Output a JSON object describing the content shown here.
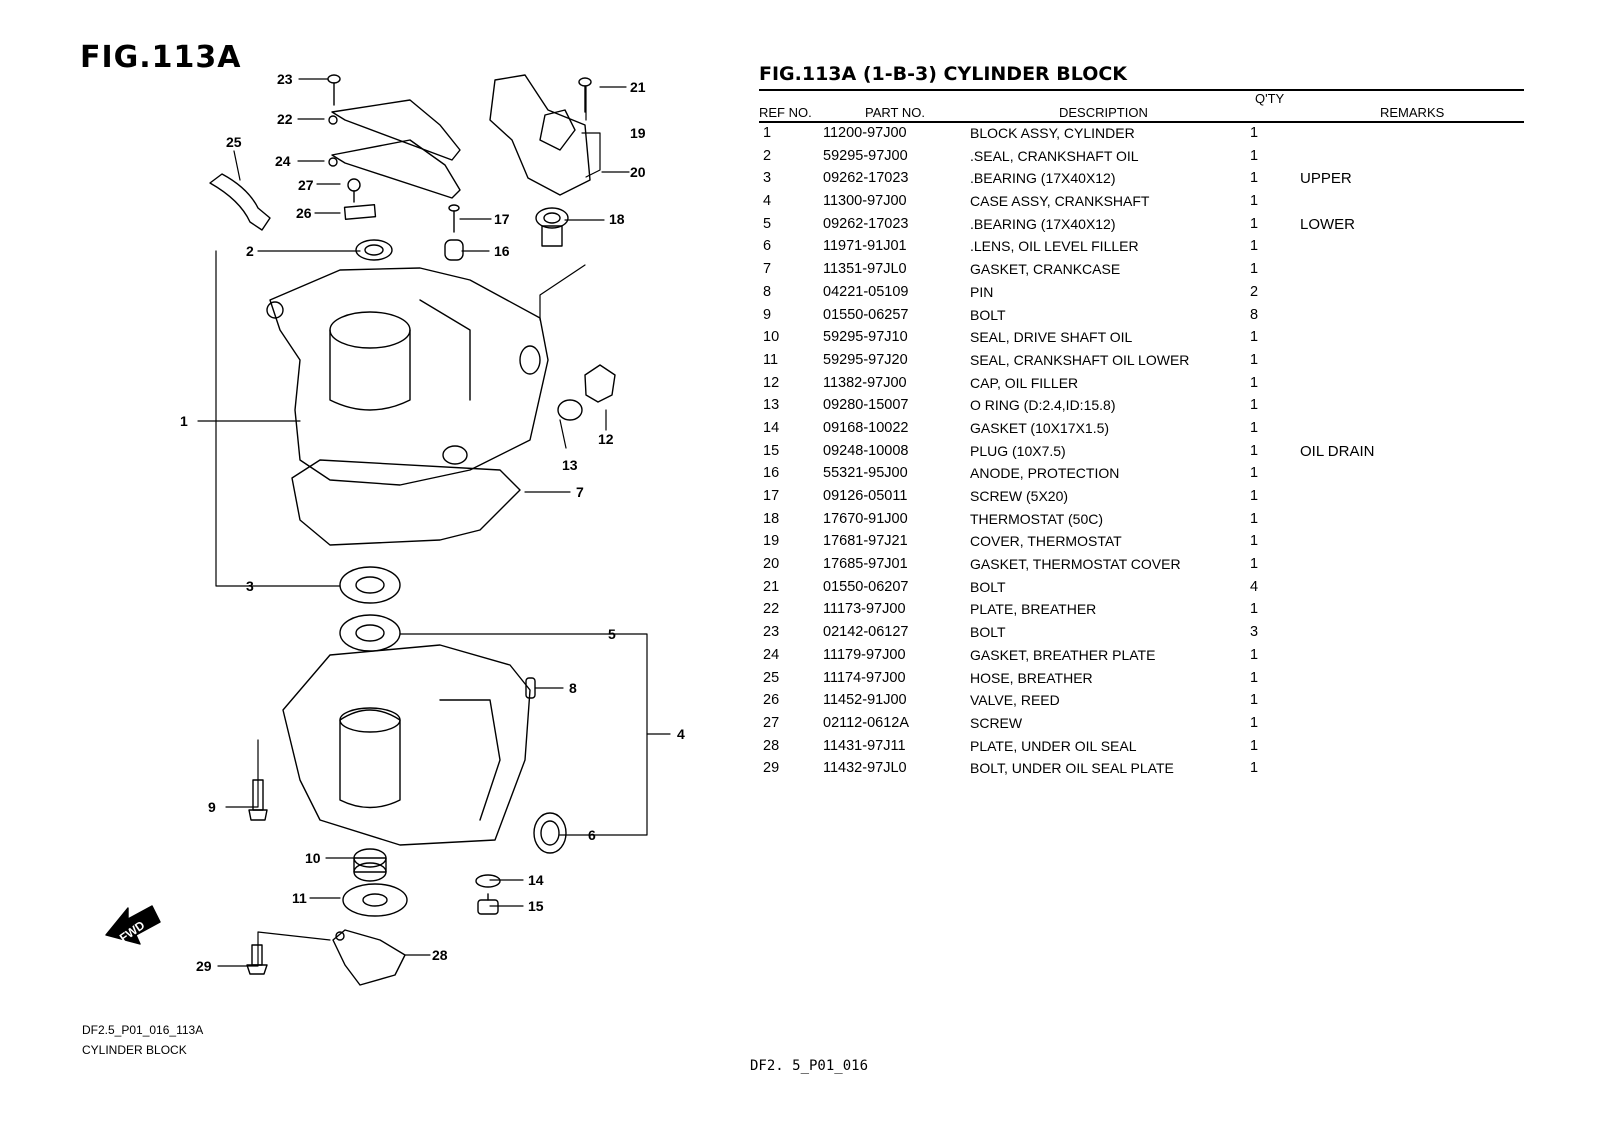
{
  "figure": {
    "title": "FIG.113A",
    "fwd_label": "FWD",
    "callouts": [
      "1",
      "2",
      "3",
      "4",
      "5",
      "6",
      "7",
      "8",
      "9",
      "10",
      "11",
      "12",
      "13",
      "14",
      "15",
      "16",
      "17",
      "18",
      "19",
      "20",
      "21",
      "22",
      "23",
      "24",
      "25",
      "26",
      "27",
      "28",
      "29"
    ]
  },
  "table": {
    "title": "FIG.113A (1-B-3) CYLINDER BLOCK",
    "headers": {
      "ref": "REF NO.",
      "part": "PART NO.",
      "description": "DESCRIPTION",
      "qty": "Q'TY",
      "remarks": "REMARKS"
    },
    "rows": [
      {
        "ref": "1",
        "part": "11200-97J00",
        "desc": "BLOCK ASSY, CYLINDER",
        "qty": "1",
        "remarks": ""
      },
      {
        "ref": "2",
        "part": "59295-97J00",
        "desc": ".SEAL, CRANKSHAFT OIL",
        "qty": "1",
        "remarks": ""
      },
      {
        "ref": "3",
        "part": "09262-17023",
        "desc": ".BEARING (17X40X12)",
        "qty": "1",
        "remarks": "UPPER"
      },
      {
        "ref": "4",
        "part": "11300-97J00",
        "desc": "CASE ASSY, CRANKSHAFT",
        "qty": "1",
        "remarks": ""
      },
      {
        "ref": "5",
        "part": "09262-17023",
        "desc": ".BEARING (17X40X12)",
        "qty": "1",
        "remarks": "LOWER"
      },
      {
        "ref": "6",
        "part": "11971-91J01",
        "desc": ".LENS, OIL LEVEL FILLER",
        "qty": "1",
        "remarks": ""
      },
      {
        "ref": "7",
        "part": "11351-97JL0",
        "desc": "GASKET, CRANKCASE",
        "qty": "1",
        "remarks": ""
      },
      {
        "ref": "8",
        "part": "04221-05109",
        "desc": "PIN",
        "qty": "2",
        "remarks": ""
      },
      {
        "ref": "9",
        "part": "01550-06257",
        "desc": "BOLT",
        "qty": "8",
        "remarks": ""
      },
      {
        "ref": "10",
        "part": "59295-97J10",
        "desc": "SEAL, DRIVE SHAFT OIL",
        "qty": "1",
        "remarks": ""
      },
      {
        "ref": "11",
        "part": "59295-97J20",
        "desc": "SEAL, CRANKSHAFT OIL LOWER",
        "qty": "1",
        "remarks": ""
      },
      {
        "ref": "12",
        "part": "11382-97J00",
        "desc": "CAP, OIL FILLER",
        "qty": "1",
        "remarks": ""
      },
      {
        "ref": "13",
        "part": "09280-15007",
        "desc": "O RING (D:2.4,ID:15.8)",
        "qty": "1",
        "remarks": ""
      },
      {
        "ref": "14",
        "part": "09168-10022",
        "desc": "GASKET (10X17X1.5)",
        "qty": "1",
        "remarks": ""
      },
      {
        "ref": "15",
        "part": "09248-10008",
        "desc": "PLUG (10X7.5)",
        "qty": "1",
        "remarks": "OIL DRAIN"
      },
      {
        "ref": "16",
        "part": "55321-95J00",
        "desc": "ANODE, PROTECTION",
        "qty": "1",
        "remarks": ""
      },
      {
        "ref": "17",
        "part": "09126-05011",
        "desc": "SCREW (5X20)",
        "qty": "1",
        "remarks": ""
      },
      {
        "ref": "18",
        "part": "17670-91J00",
        "desc": "THERMOSTAT (50C)",
        "qty": "1",
        "remarks": ""
      },
      {
        "ref": "19",
        "part": "17681-97J21",
        "desc": "COVER, THERMOSTAT",
        "qty": "1",
        "remarks": ""
      },
      {
        "ref": "20",
        "part": "17685-97J01",
        "desc": "GASKET, THERMOSTAT COVER",
        "qty": "1",
        "remarks": ""
      },
      {
        "ref": "21",
        "part": "01550-06207",
        "desc": "BOLT",
        "qty": "4",
        "remarks": ""
      },
      {
        "ref": "22",
        "part": "11173-97J00",
        "desc": "PLATE, BREATHER",
        "qty": "1",
        "remarks": ""
      },
      {
        "ref": "23",
        "part": "02142-06127",
        "desc": "BOLT",
        "qty": "3",
        "remarks": ""
      },
      {
        "ref": "24",
        "part": "11179-97J00",
        "desc": "GASKET, BREATHER PLATE",
        "qty": "1",
        "remarks": ""
      },
      {
        "ref": "25",
        "part": "11174-97J00",
        "desc": "HOSE, BREATHER",
        "qty": "1",
        "remarks": ""
      },
      {
        "ref": "26",
        "part": "11452-91J00",
        "desc": "VALVE, REED",
        "qty": "1",
        "remarks": ""
      },
      {
        "ref": "27",
        "part": "02112-0612A",
        "desc": "SCREW",
        "qty": "1",
        "remarks": ""
      },
      {
        "ref": "28",
        "part": "11431-97J11",
        "desc": "PLATE, UNDER OIL SEAL",
        "qty": "1",
        "remarks": ""
      },
      {
        "ref": "29",
        "part": "11432-97JL0",
        "desc": "BOLT, UNDER OIL SEAL PLATE",
        "qty": "1",
        "remarks": ""
      }
    ]
  },
  "footer": {
    "diagram_code": "DF2.5_P01_016_113A",
    "diagram_name": "CYLINDER BLOCK",
    "page_code": "DF2. 5_P01_016"
  }
}
